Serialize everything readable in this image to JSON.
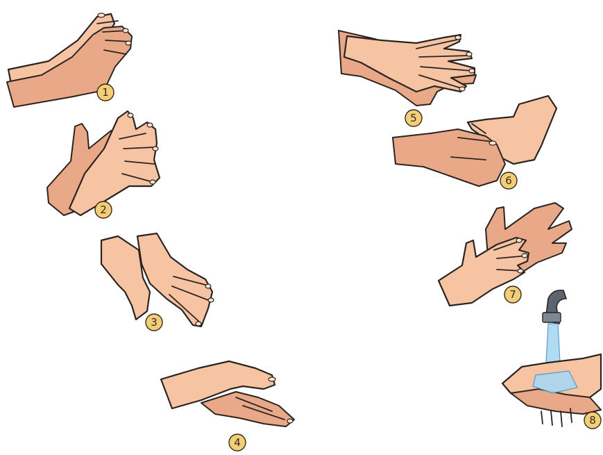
{
  "steps": [
    {
      "number": "1"
    },
    {
      "number": "2"
    },
    {
      "number": "3"
    },
    {
      "number": "4"
    },
    {
      "number": "5"
    },
    {
      "number": "6"
    },
    {
      "number": "7"
    },
    {
      "number": "8"
    }
  ],
  "colors": {
    "skin": "#f7c4a3",
    "skin_shadow": "#e9a988",
    "outline": "#2a2420",
    "badge": "#f2cd7a",
    "water": "#6fb3dd",
    "faucet": "#5b6570"
  }
}
